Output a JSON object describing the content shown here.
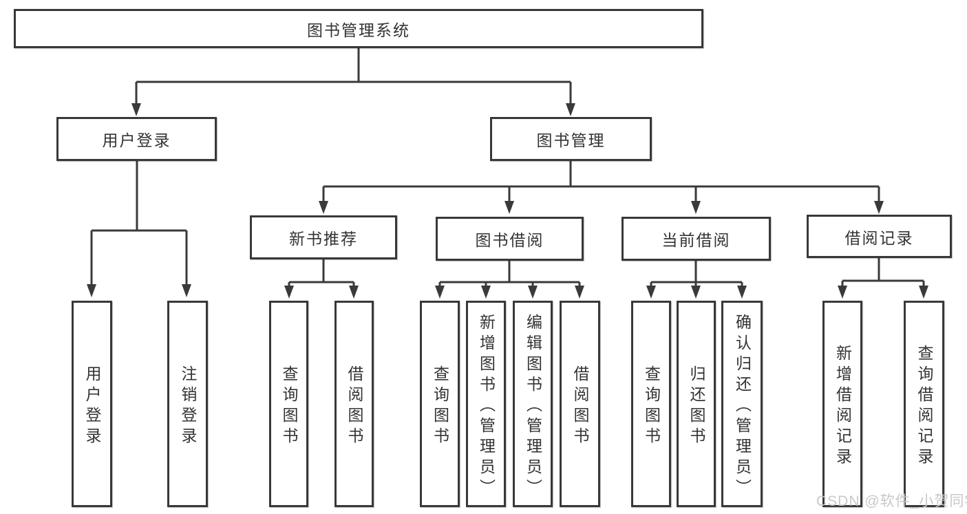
{
  "diagram_title": "图书管理系统",
  "tree": {
    "label": "图书管理系统",
    "children": [
      {
        "label": "用户登录",
        "children": [
          {
            "label": "用户登录"
          },
          {
            "label": "注销登录"
          }
        ]
      },
      {
        "label": "图书管理",
        "children": [
          {
            "label": "新书推荐",
            "children": [
              {
                "label": "查询图书"
              },
              {
                "label": "借阅图书"
              }
            ]
          },
          {
            "label": "图书借阅",
            "children": [
              {
                "label": "查询图书"
              },
              {
                "label": "新增图书（管理员）"
              },
              {
                "label": "编辑图书（管理员）"
              },
              {
                "label": "借阅图书"
              }
            ]
          },
          {
            "label": "当前借阅",
            "children": [
              {
                "label": "查询图书"
              },
              {
                "label": "归还图书"
              },
              {
                "label": "确认归还（管理员）"
              }
            ]
          },
          {
            "label": "借阅记录",
            "children": [
              {
                "label": "新增借阅记录"
              },
              {
                "label": "查询借阅记录"
              }
            ]
          }
        ]
      }
    ]
  },
  "watermark": "CSDN @软件_小贺同学",
  "colors": {
    "line": "#3a3a3a",
    "border": "#383838",
    "text": "#333333",
    "watermark": "#c5c5c5",
    "background": "#ffffff"
  }
}
